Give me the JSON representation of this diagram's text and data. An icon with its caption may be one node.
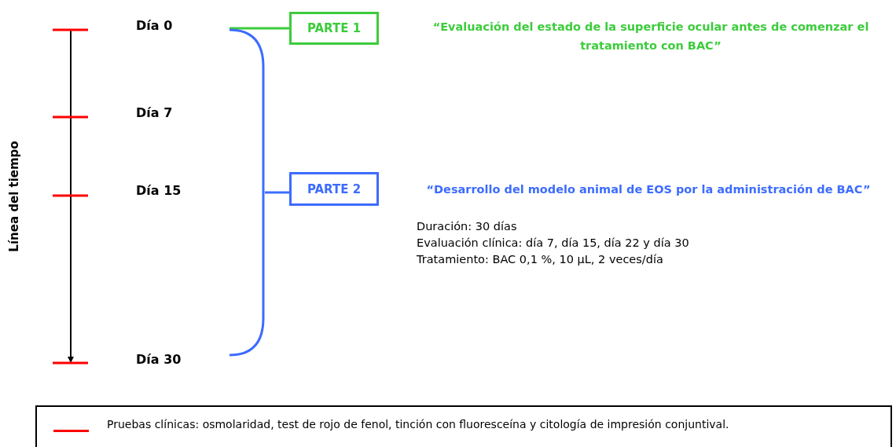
{
  "diagram": {
    "nodes": [
      {
        "text": [],
        "shape": "bracket"
      },
      {
        "text": [
          "PARTE 1"
        ]
      },
      {
        "text": [
          "PARTE 2"
        ]
      }
    ],
    "edges": [
      {
        "from": 0,
        "to": 1,
        "arrow": "none",
        "color": "#3ccc3c"
      },
      {
        "from": 0,
        "to": 2,
        "arrow": "none",
        "color": "#3c6cff"
      }
    ],
    "labels": [
      "Día 0",
      "“Evaluación del estado de la superficie ocular antes de comenzar el tratamiento con BAC”",
      "Día 7",
      "Línea del tiempo",
      "Día 15",
      "“Desarrollo del modelo animal de EOS por la administración de BAC”",
      "Duración: 30 días",
      "Evaluación clínica: día 7, día 15, día 22 y día 30",
      "Tratamiento: BAC 0,1 %, 10 μL, 2 veces/día",
      "Día 30"
    ],
    "legend": [
      {
        "text": "Pruebas clínicas: osmolaridad, test de rojo de fenol, tinción con fluoresceína y citología de impresión conjuntival."
      }
    ]
  }
}
